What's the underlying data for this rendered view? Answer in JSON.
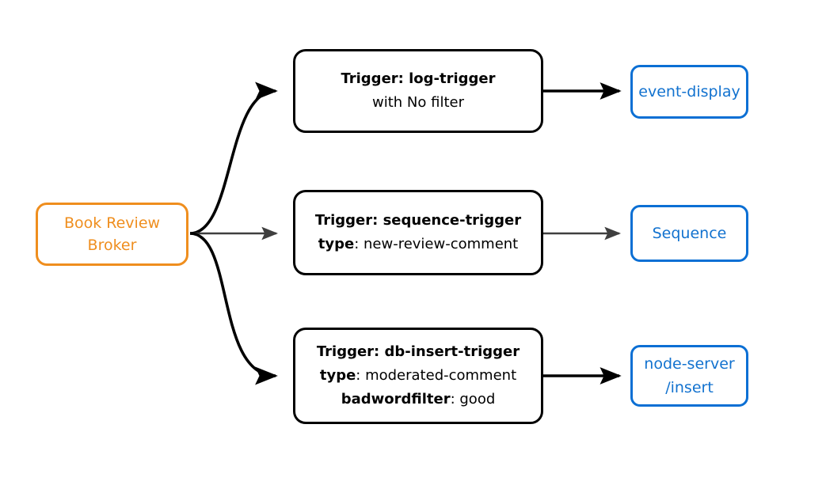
{
  "diagram": {
    "type": "flow-diagram",
    "background": "#ffffff",
    "colors": {
      "source_accent": "#ef8e1e",
      "trigger_border": "#000000",
      "target_accent": "#0b6fd4",
      "target_text": "#1272cf",
      "edge_black": "#000000",
      "edge_gray": "#3f3f3f"
    },
    "source": {
      "id": "book-review-broker",
      "line1": "Book Review",
      "line2": "Broker"
    },
    "triggers": [
      {
        "id": "log-trigger",
        "title": "Trigger: log-trigger",
        "rows": [
          {
            "key": "with No filter",
            "key_bold": false,
            "value": ""
          }
        ]
      },
      {
        "id": "sequence-trigger",
        "title": "Trigger: sequence-trigger",
        "rows": [
          {
            "key": "type",
            "key_bold": true,
            "value": ": new-review-comment"
          }
        ]
      },
      {
        "id": "db-insert-trigger",
        "title": "Trigger: db-insert-trigger",
        "rows": [
          {
            "key": "type",
            "key_bold": true,
            "value": ": moderated-comment"
          },
          {
            "key": "badwordfilter",
            "key_bold": true,
            "value": ": good"
          }
        ]
      }
    ],
    "targets": [
      {
        "id": "event-display",
        "line1": "event-display",
        "line2": ""
      },
      {
        "id": "sequence",
        "line1": "Sequence",
        "line2": ""
      },
      {
        "id": "node-server-insert",
        "line1": "node-server",
        "line2": "/insert"
      }
    ],
    "edges": [
      {
        "from": "book-review-broker",
        "to": "log-trigger",
        "style": "curved",
        "color": "#000000"
      },
      {
        "from": "book-review-broker",
        "to": "sequence-trigger",
        "style": "straight",
        "color": "#3f3f3f"
      },
      {
        "from": "book-review-broker",
        "to": "db-insert-trigger",
        "style": "curved",
        "color": "#000000"
      },
      {
        "from": "log-trigger",
        "to": "event-display",
        "style": "straight",
        "color": "#000000"
      },
      {
        "from": "sequence-trigger",
        "to": "sequence",
        "style": "straight",
        "color": "#3f3f3f"
      },
      {
        "from": "db-insert-trigger",
        "to": "node-server-insert",
        "style": "straight",
        "color": "#000000"
      }
    ]
  }
}
